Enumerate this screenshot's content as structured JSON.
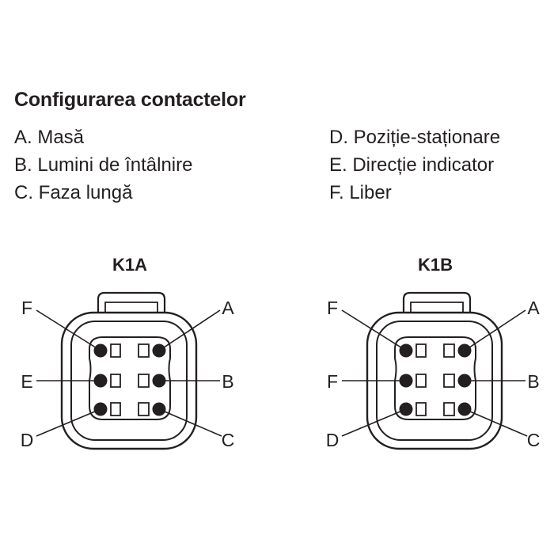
{
  "title": "Configurarea contactelor",
  "legend": {
    "left": [
      "A. Masă",
      "B. Lumini de întâlnire",
      "C. Faza lungă"
    ],
    "right": [
      "D. Poziție-staționare",
      "E. Direcție indicator",
      "F. Liber"
    ]
  },
  "connectors": [
    {
      "name": "K1A",
      "labels": {
        "top_left": "F",
        "mid_left": "E",
        "bottom_left": "D",
        "top_right": "A",
        "mid_right": "B",
        "bottom_right": "C"
      }
    },
    {
      "name": "K1B",
      "labels": {
        "top_left": "F",
        "mid_left": "F",
        "bottom_left": "D",
        "top_right": "A",
        "mid_right": "B",
        "bottom_right": "C"
      }
    }
  ],
  "colors": {
    "ink": "#231f20",
    "background": "#ffffff"
  }
}
